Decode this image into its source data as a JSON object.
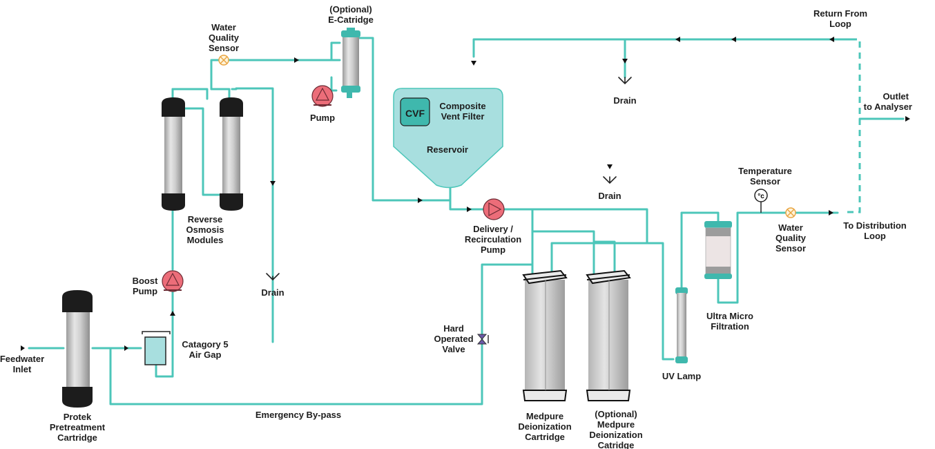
{
  "labels": {
    "water_quality_sensor_top_1": "Water",
    "water_quality_sensor_top_2": "Quality",
    "water_quality_sensor_top_3": "Sensor",
    "e_cartridge_1": "(Optional)",
    "e_cartridge_2": "E-Catridge",
    "pump": "Pump",
    "return_loop_1": "Return From",
    "return_loop_2": "Loop",
    "outlet_1": "Outlet",
    "outlet_2": "to Analyser",
    "drain_top": "Drain",
    "drain_mid": "Drain",
    "drain_left": "Drain",
    "cvf": "CVF",
    "composite_1": "Composite",
    "composite_2": "Vent Filter",
    "reservoir": "Reservoir",
    "temp_sensor_1": "Temperature",
    "temp_sensor_2": "Sensor",
    "temp_symbol": "°c",
    "ro_1": "Reverse",
    "ro_2": "Osmosis",
    "ro_3": "Modules",
    "delivery_1": "Delivery /",
    "delivery_2": "Recirculation",
    "delivery_3": "Pump",
    "to_dist_1": "To Distribution",
    "to_dist_2": "Loop",
    "wqs_right_1": "Water",
    "wqs_right_2": "Quality",
    "wqs_right_3": "Sensor",
    "boost_1": "Boost",
    "boost_2": "Pump",
    "umf_1": "Ultra Micro",
    "umf_2": "Filtration",
    "hov_1": "Hard",
    "hov_2": "Operated",
    "hov_3": "Valve",
    "airgap_1": "Catagory 5",
    "airgap_2": "Air Gap",
    "feed_1": "Feedwater",
    "feed_2": "Inlet",
    "uv": "UV Lamp",
    "protek_1": "Protek",
    "protek_2": "Pretreatment",
    "protek_3": "Cartridge",
    "bypass": "Emergency By-pass",
    "medpure_1": "Medpure",
    "medpure_2": "Deionization",
    "medpure_3": "Cartridge",
    "opt_medpure_1": "(Optional)",
    "opt_medpure_2": "Medpure",
    "opt_medpure_3": "Deionization",
    "opt_medpure_4": "Catridge"
  },
  "colors": {
    "pipe": "#4cc6b9",
    "reservoir": "#a8dfdf",
    "cvf_box": "#3fb8ad",
    "pump": "#ec6d79",
    "cartridge_body": "#c9c9c9",
    "cartridge_end": "#1c1c1c"
  }
}
